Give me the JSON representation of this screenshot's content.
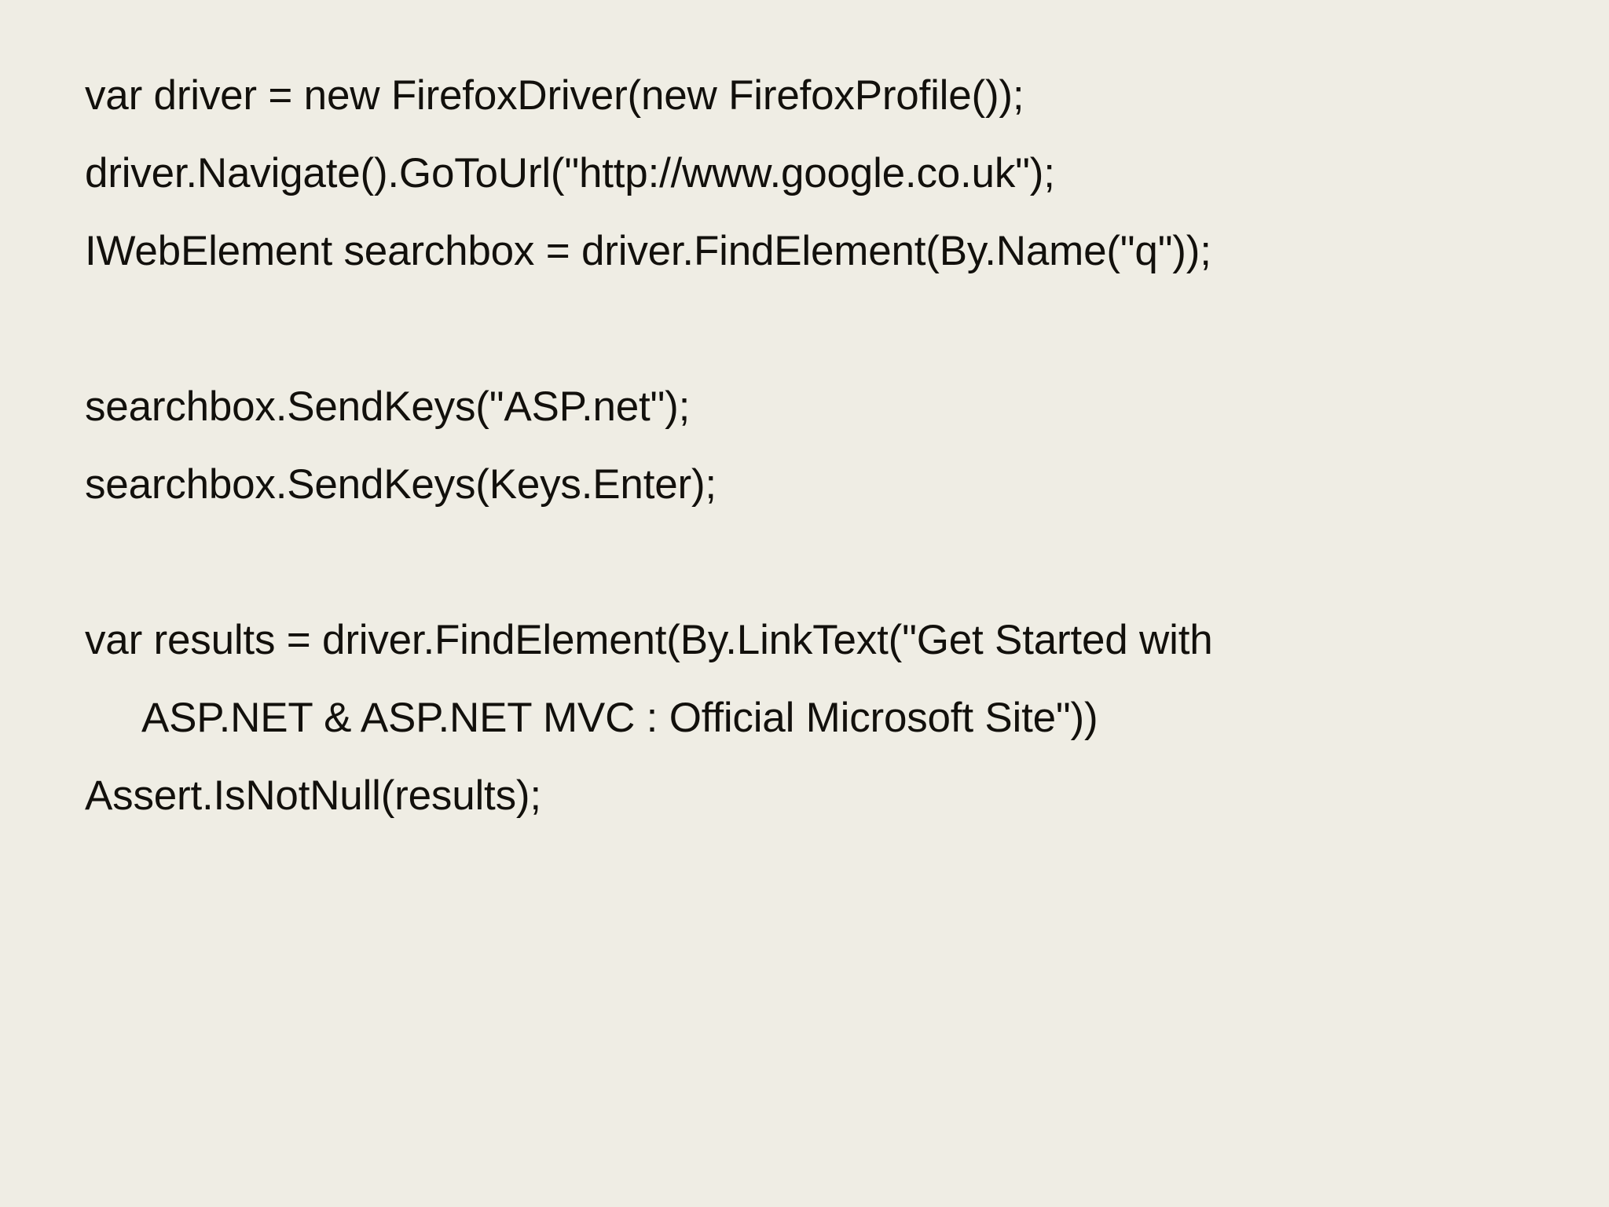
{
  "slide": {
    "background_color": "#efede4",
    "text_color": "#12100c",
    "language": "csharp",
    "code_lines": [
      {
        "text": "var driver = new FirefoxDriver(new FirefoxProfile());",
        "indent": false
      },
      {
        "text": "driver.Navigate().GoToUrl(\"http://www.google.co.uk\");",
        "indent": false
      },
      {
        "text": "IWebElement searchbox = driver.FindElement(By.Name(\"q\"));",
        "indent": false
      },
      {
        "text": "",
        "indent": false
      },
      {
        "text": "searchbox.SendKeys(\"ASP.net\");",
        "indent": false
      },
      {
        "text": "searchbox.SendKeys(Keys.Enter);",
        "indent": false
      },
      {
        "text": "",
        "indent": false
      },
      {
        "text": "var results = driver.FindElement(By.LinkText(\"Get Started with",
        "indent": false
      },
      {
        "text": "ASP.NET & ASP.NET MVC : Official Microsoft Site\"))",
        "indent": true
      },
      {
        "text": "Assert.IsNotNull(results);",
        "indent": false
      }
    ]
  }
}
